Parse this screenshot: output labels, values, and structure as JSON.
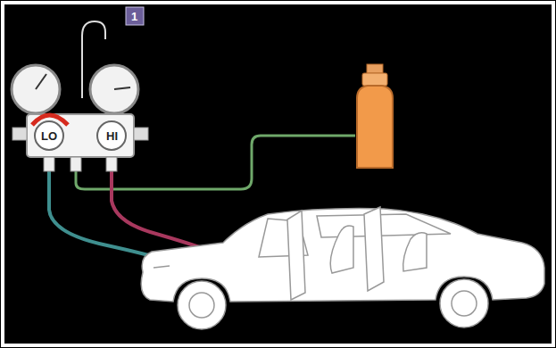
{
  "diagram": {
    "labels": [
      "1",
      "LO",
      "HI"
    ]
  }
}
